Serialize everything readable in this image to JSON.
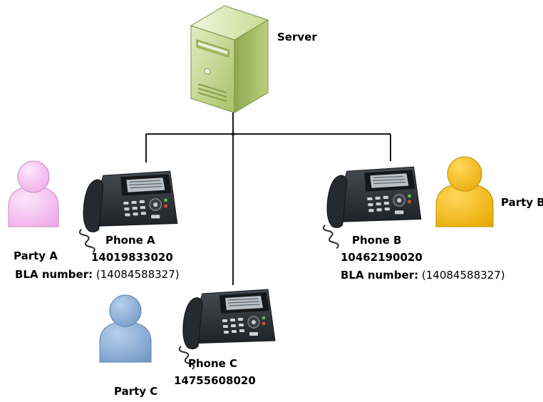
{
  "server": {
    "label": "Server"
  },
  "phones": [
    {
      "id": "A",
      "label": "Phone A",
      "number": "14019833020",
      "bla_label": "BLA number:",
      "bla_number": "(14084588327)"
    },
    {
      "id": "B",
      "label": "Phone B",
      "number": "10462190020",
      "bla_label": "BLA number:",
      "bla_number": "(14084588327)"
    },
    {
      "id": "C",
      "label": "Phone C",
      "number": "14755608020"
    }
  ],
  "parties": [
    {
      "id": "A",
      "label": "Party A",
      "color": "#f7b7f3"
    },
    {
      "id": "B",
      "label": "Party B",
      "color": "#f5b800"
    },
    {
      "id": "C",
      "label": "Party C",
      "color": "#86acd6"
    }
  ],
  "colors": {
    "server_body": "#c4d88e",
    "line": "#1a1a1a",
    "phone_body": "#2e3338"
  }
}
